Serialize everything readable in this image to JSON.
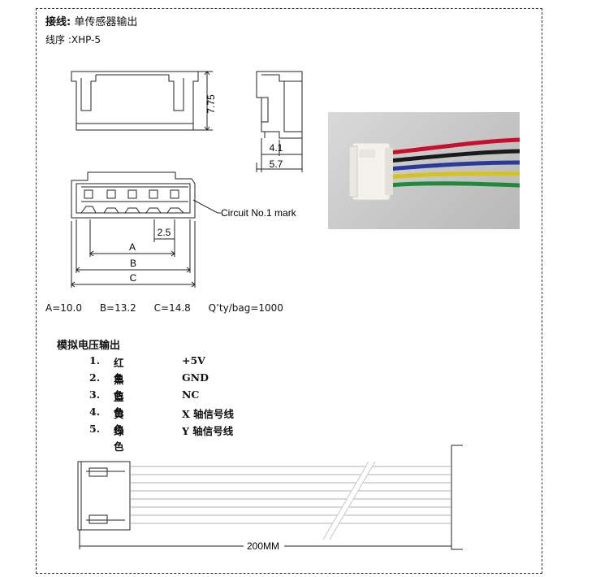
{
  "header": {
    "wiring_label": "接线:",
    "wiring_value": "单传感器输出",
    "sequence": "线序  :XHP-5"
  },
  "drawing": {
    "dim_height": "7.75",
    "dim_depth_inner": "4.1",
    "dim_depth_outer": "5.7",
    "circuit_mark": "Circuit No.1 mark",
    "dim_pitch": "2.5",
    "label_a": "A",
    "label_b": "B",
    "label_c": "C"
  },
  "dimensions": {
    "a": "A=10.0",
    "b": "B=13.2",
    "c": "C=14.8",
    "qty": "Q’ty/bag=1000"
  },
  "pinout": {
    "title": "模拟电压输出",
    "rows": [
      {
        "num": "1.",
        "color": "红色",
        "func": "+5V"
      },
      {
        "num": "2.",
        "color": "黑色",
        "func": "GND"
      },
      {
        "num": "3.",
        "color": "蓝色",
        "func": "NC"
      },
      {
        "num": "4.",
        "color": "黄色",
        "func": "X  轴信号线"
      },
      {
        "num": "5.",
        "color": "绿色",
        "func": "Y  轴信号线"
      }
    ]
  },
  "cable": {
    "length": "200MM"
  },
  "wire_colors": [
    "#c8102e",
    "#1a1a1a",
    "#2a3a9c",
    "#d7c21a",
    "#1f8a3a"
  ]
}
